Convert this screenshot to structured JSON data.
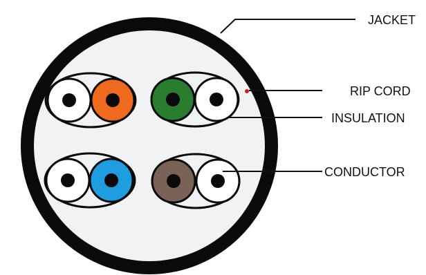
{
  "labels": {
    "jacket": "JACKET",
    "rip_cord": "RIP CORD",
    "insulation": "INSULATION",
    "conductor": "CONDUCTOR"
  },
  "colors": {
    "jacket": "#0a0a0a",
    "cable_fill": "#f0f2f3",
    "rip_cord": "#cc1f1f",
    "pair_orange": "#ef6a1f",
    "pair_green": "#2a7c2e",
    "pair_blue": "#1e9ee0",
    "pair_brown": "#7a6256",
    "white_insulation": "#ffffff",
    "conductor": "#0a0a0a"
  },
  "pairs": [
    {
      "name": "orange-pair",
      "colored": "orange"
    },
    {
      "name": "green-pair",
      "colored": "green"
    },
    {
      "name": "blue-pair",
      "colored": "blue"
    },
    {
      "name": "brown-pair",
      "colored": "brown"
    }
  ]
}
